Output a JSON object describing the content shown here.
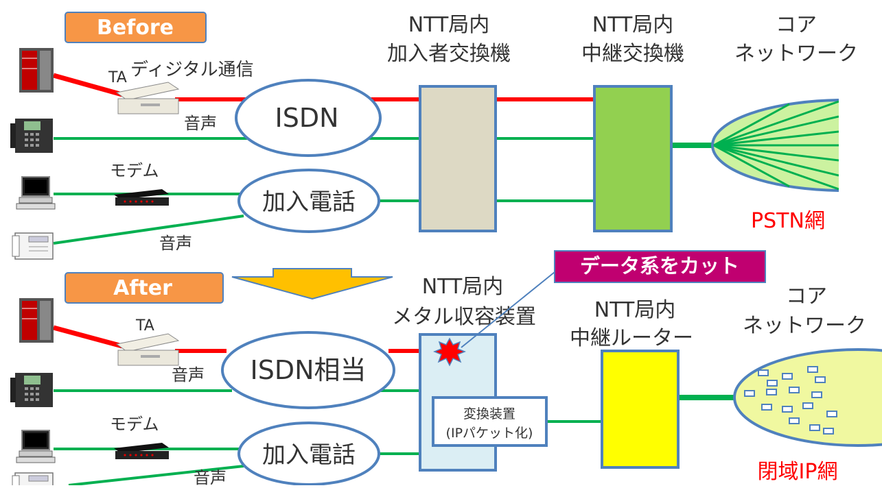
{
  "before": {
    "badge": "Before",
    "ta": "TA",
    "digital": "ディジタル通信",
    "voice1": "音声",
    "isdn": "ISDN",
    "modem": "モデム",
    "kanyu": "加入電話",
    "voice2": "音声",
    "station1": [
      "NTT局内",
      "加入者交換機"
    ],
    "station2": [
      "NTT局内",
      "中継交換機"
    ],
    "core": [
      "コア",
      "ネットワーク"
    ],
    "network": "PSTN網"
  },
  "after": {
    "badge": "After",
    "ta": "TA",
    "voice1": "音声",
    "isdn": "ISDN相当",
    "modem": "モデム",
    "kanyu": "加入電話",
    "voice2": "音声",
    "station1": [
      "NTT局内",
      "メタル収容装置"
    ],
    "station2": [
      "NTT局内",
      "中継ルーター"
    ],
    "core": [
      "コア",
      "ネットワーク"
    ],
    "converter": [
      "変換装置",
      "(IPパケット化)"
    ],
    "network": "閉域IP網",
    "callout": "データ系をカット"
  },
  "colors": {
    "red": "#ff0000",
    "green": "#00b050",
    "orange": "#f79646",
    "blue": "#4f81bd",
    "yellow": "#ffff00",
    "magenta": "#c00070",
    "arrow": "#ffc000"
  }
}
